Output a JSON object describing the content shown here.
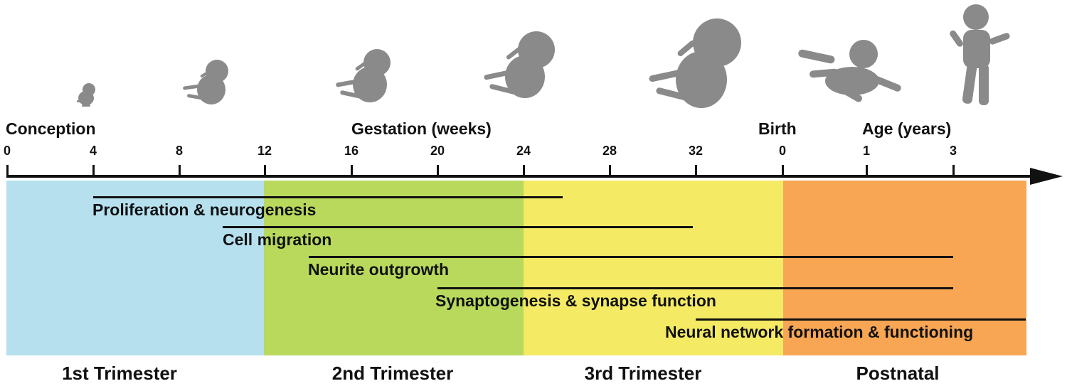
{
  "headers": {
    "conception": "Conception",
    "gestation": "Gestation (weeks)",
    "birth": "Birth",
    "age": "Age (years)"
  },
  "axis_ticks": [
    "0",
    "4",
    "8",
    "12",
    "16",
    "20",
    "24",
    "28",
    "32",
    "0",
    "1",
    "3"
  ],
  "periods": [
    {
      "name": "1st Trimester",
      "color": "#b6e0ee"
    },
    {
      "name": "2nd Trimester",
      "color": "#b8d95c"
    },
    {
      "name": "3rd Trimester",
      "color": "#f4ea63"
    },
    {
      "name": "Postnatal",
      "color": "#f8a654"
    }
  ],
  "processes": [
    {
      "label": "Proliferation & neurogenesis"
    },
    {
      "label": "Cell migration"
    },
    {
      "label": "Neurite outgrowth"
    },
    {
      "label": "Synaptogenesis & synapse function"
    },
    {
      "label": "Neural network formation & functioning"
    }
  ],
  "figure_color": "#8a8a8a",
  "figures": [
    "embryo-icon",
    "fetus-icon",
    "fetus-icon",
    "fetus-icon",
    "fetus-icon",
    "infant-icon",
    "toddler-icon"
  ]
}
